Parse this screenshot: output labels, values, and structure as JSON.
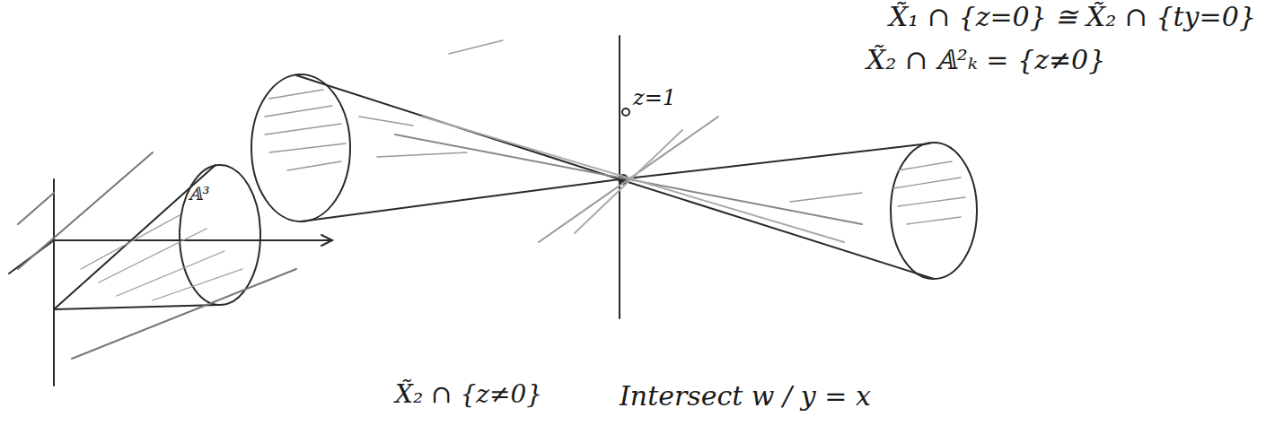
{
  "diagram": {
    "labels": [
      "X̃₁ ∩ {z=0} ≅ X̃₂ ∩ {ty=0}",
      "X̃₂ ∩ 𝔸²ₖ = {z≠0}",
      "z=1",
      "𝔸³",
      "X̃₂ ∩ {z≠0}",
      "Intersect w / y = x"
    ]
  }
}
